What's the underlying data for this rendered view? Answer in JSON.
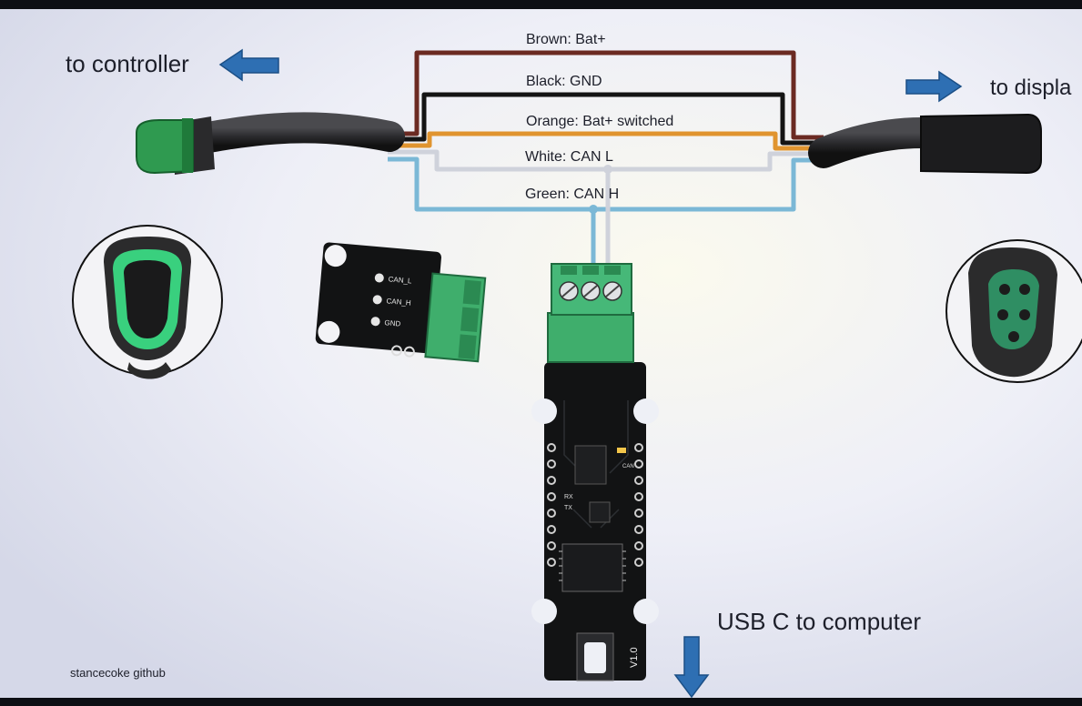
{
  "labels": {
    "to_controller": "to controller",
    "to_display": "to displa",
    "usb": "USB C to computer",
    "credit": "stancecoke github"
  },
  "wires": [
    {
      "name": "Brown",
      "label": "Brown: Bat+",
      "color": "#6b2a22"
    },
    {
      "name": "Black",
      "label": "Black: GND",
      "color": "#141414"
    },
    {
      "name": "Orange",
      "label": "Orange: Bat+ switched",
      "color": "#e0942f"
    },
    {
      "name": "White",
      "label": "White: CAN L",
      "color": "#cfd2db"
    },
    {
      "name": "Green",
      "label": "Green: CAN H",
      "color": "#7bb8d6"
    }
  ],
  "small_board": {
    "pins": [
      "CAN_L",
      "CAN_H",
      "GND"
    ]
  },
  "main_board": {
    "version": "V1.0",
    "led_label": "CAN",
    "rx_label": "RX",
    "tx_label": "TX"
  },
  "colors": {
    "arrow": "#2e6fb3",
    "terminal": "#39a66c",
    "connector_green": "#33a35b",
    "pcb": "#121314"
  },
  "icons": [
    "left-arrow-icon",
    "right-arrow-icon",
    "down-arrow-icon"
  ]
}
